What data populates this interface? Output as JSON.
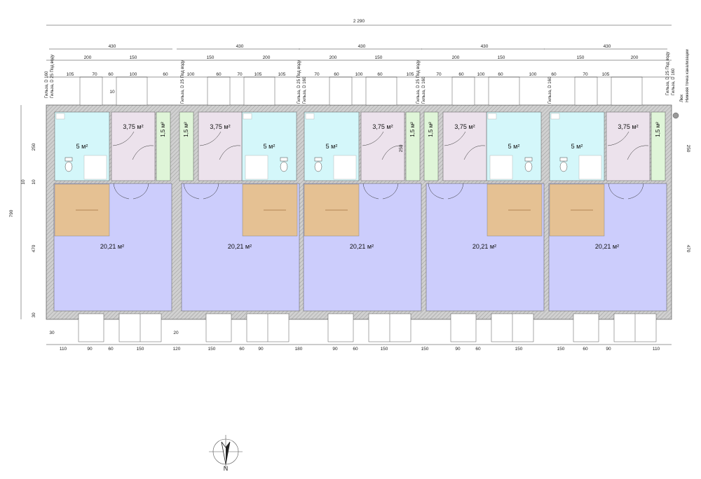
{
  "dims": {
    "total_width": "2 290",
    "total_height": "790",
    "module_width": "430",
    "top_row": [
      "200",
      "150",
      "150",
      "200",
      "200",
      "150",
      "200",
      "150",
      "150",
      "200"
    ],
    "top_sub": [
      "105",
      "70",
      "60",
      "100",
      "60",
      "100",
      "60",
      "70",
      "105",
      "105",
      "70",
      "60",
      "100",
      "60",
      "105",
      "70",
      "60",
      "100",
      "60",
      "100",
      "60",
      "70",
      "105"
    ],
    "left": [
      "250",
      "10",
      "470",
      "30"
    ],
    "right": [
      "250",
      "470"
    ],
    "bottom": [
      "110",
      "90",
      "60",
      "150",
      "120",
      "150",
      "60",
      "90",
      "180",
      "90",
      "60",
      "150",
      "150",
      "90",
      "60",
      "150",
      "150",
      "60",
      "90",
      "110"
    ],
    "small_30": "30",
    "small_20": "20",
    "small_10": "10",
    "mid_250": "250",
    "mid_10": "10"
  },
  "areas": {
    "bath": "5 м²",
    "shower": "3,75 м²",
    "corridor": "1,5 м²",
    "room": "20,21 м²"
  },
  "notes": {
    "sleeve_d25": "Гильза, D 25 Под воду",
    "sleeve_d160": "Гильза, D 160",
    "hatch": "Люк",
    "sewer_point": "Нижняя точка канализации"
  },
  "compass": {
    "north": "N"
  },
  "colors": {
    "bath": "#d4f7fa",
    "shower": "#ece2ec",
    "corridor": "#dff5d8",
    "room": "#cccdfc",
    "furniture": "#e5c193",
    "wall": "#c8c8c8"
  }
}
